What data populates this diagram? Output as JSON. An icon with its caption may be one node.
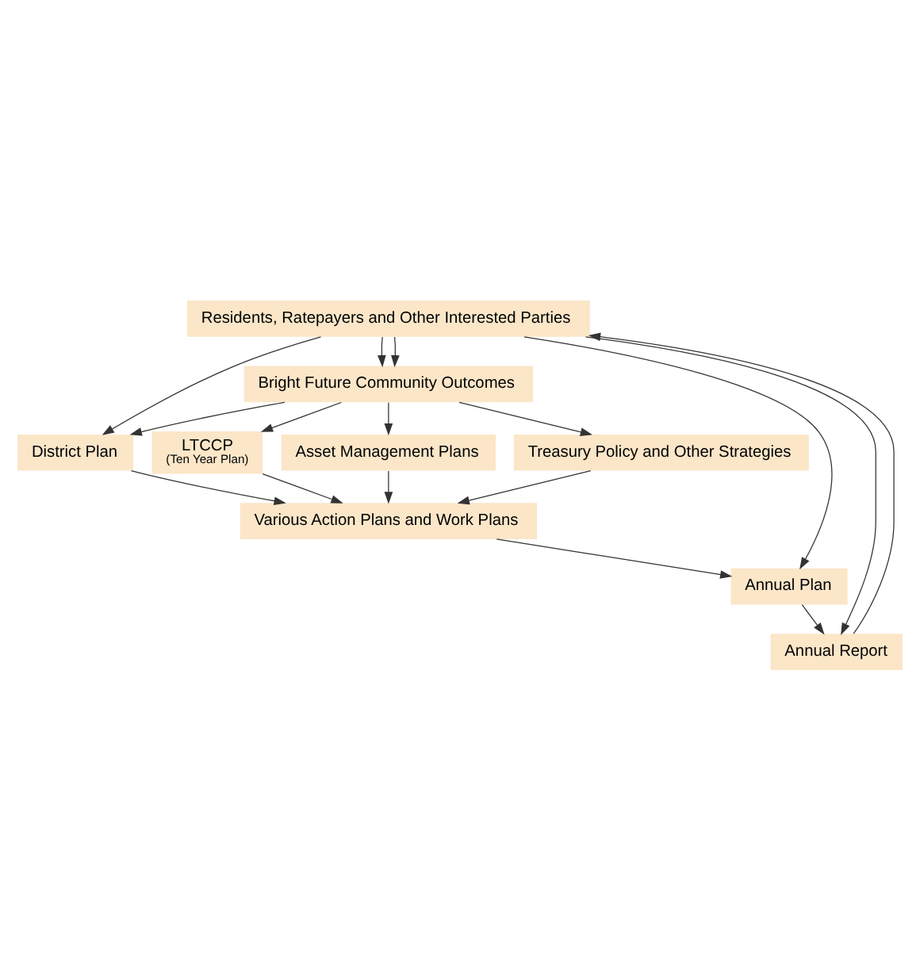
{
  "diagram": {
    "nodes": [
      {
        "text": [
          "Residents, Ratepayers and Other Interested Parties"
        ]
      },
      {
        "text": [
          "Bright Future Community Outcomes"
        ]
      },
      {
        "text": [
          "District Plan"
        ]
      },
      {
        "text": [
          "LTCCP",
          "(Ten Year Plan)"
        ]
      },
      {
        "text": [
          "Asset Management Plans"
        ]
      },
      {
        "text": [
          "Treasury Policy and Other Strategies"
        ]
      },
      {
        "text": [
          "Various Action Plans and Work Plans"
        ]
      },
      {
        "text": [
          "Annual Plan"
        ]
      },
      {
        "text": [
          "Annual Report"
        ]
      }
    ],
    "edges": [
      {
        "from": 0,
        "to": 1,
        "arrow": "to"
      },
      {
        "from": 1,
        "to": 2,
        "arrow": "to"
      },
      {
        "from": 1,
        "to": 3,
        "arrow": "to"
      },
      {
        "from": 1,
        "to": 4,
        "arrow": "to"
      },
      {
        "from": 1,
        "to": 5,
        "arrow": "to"
      },
      {
        "from": 0,
        "to": 1,
        "arrow": "to"
      },
      {
        "from": 0,
        "to": 2,
        "arrow": "to"
      },
      {
        "from": 0,
        "to": 7,
        "arrow": "to"
      },
      {
        "from": 0,
        "to": 8,
        "arrow": "to"
      },
      {
        "from": 2,
        "to": 6,
        "arrow": "to"
      },
      {
        "from": 3,
        "to": 6,
        "arrow": "to"
      },
      {
        "from": 4,
        "to": 6,
        "arrow": "to"
      },
      {
        "from": 5,
        "to": 6,
        "arrow": "to"
      },
      {
        "from": 6,
        "to": 7,
        "arrow": "to"
      },
      {
        "from": 7,
        "to": 8,
        "arrow": "to"
      },
      {
        "from": 8,
        "to": 0,
        "arrow": "to"
      }
    ]
  }
}
